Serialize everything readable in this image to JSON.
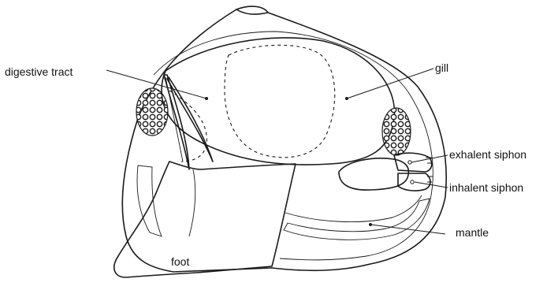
{
  "labels": {
    "digestive_tract": "digestive tract",
    "gill": "gill",
    "exhalent_siphon": "exhalent siphon",
    "inhalent_siphon": "inhalent siphon",
    "mantle": "mantle",
    "foot": "foot"
  }
}
